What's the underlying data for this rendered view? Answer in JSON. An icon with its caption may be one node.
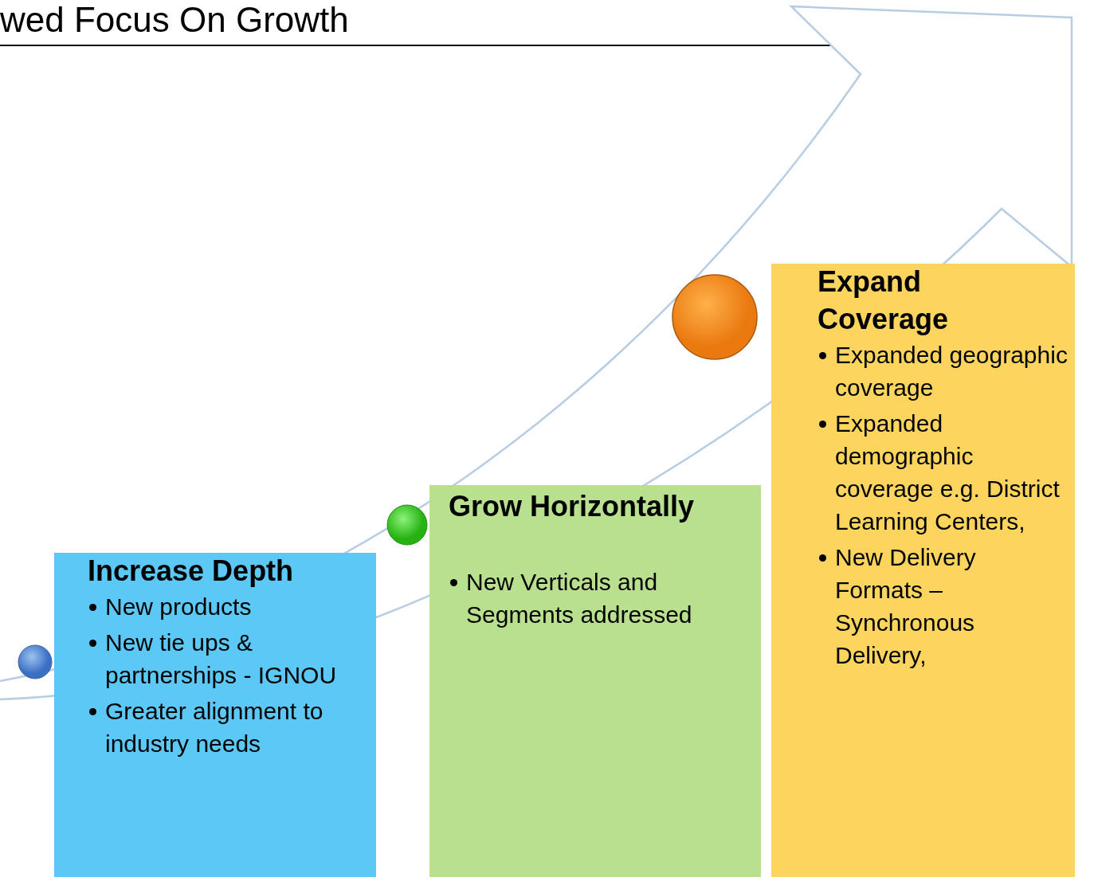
{
  "diagram": {
    "title": "wed Focus On Growth",
    "nodes": [
      {
        "text": [
          "Increase Depth",
          "New products",
          "New tie ups & partnerships - IGNOU",
          "Greater alignment to industry needs"
        ]
      },
      {
        "text": [
          "Grow Horizontally",
          "New Verticals and Segments addressed"
        ]
      },
      {
        "text": [
          "Expand Coverage",
          "Expanded geographic coverage",
          "Expanded demographic coverage e.g. District Learning Centers,",
          "New Delivery Formats – Synchronous Delivery,"
        ]
      }
    ]
  }
}
